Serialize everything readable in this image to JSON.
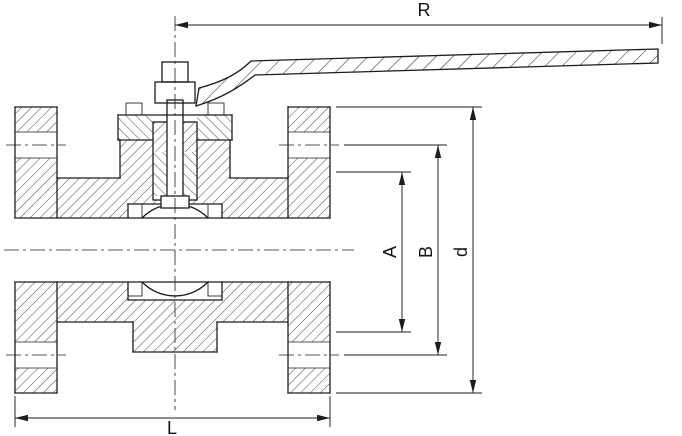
{
  "drawing": {
    "kind": "ball-valve-cross-section-with-lever-handle",
    "colors": {
      "line": "#1d1d1d",
      "hatch": "#2a2a2a",
      "background": "#ffffff"
    },
    "dimension_labels": {
      "r": "R",
      "a": "A",
      "b": "B",
      "d": "d",
      "l": "L"
    }
  }
}
